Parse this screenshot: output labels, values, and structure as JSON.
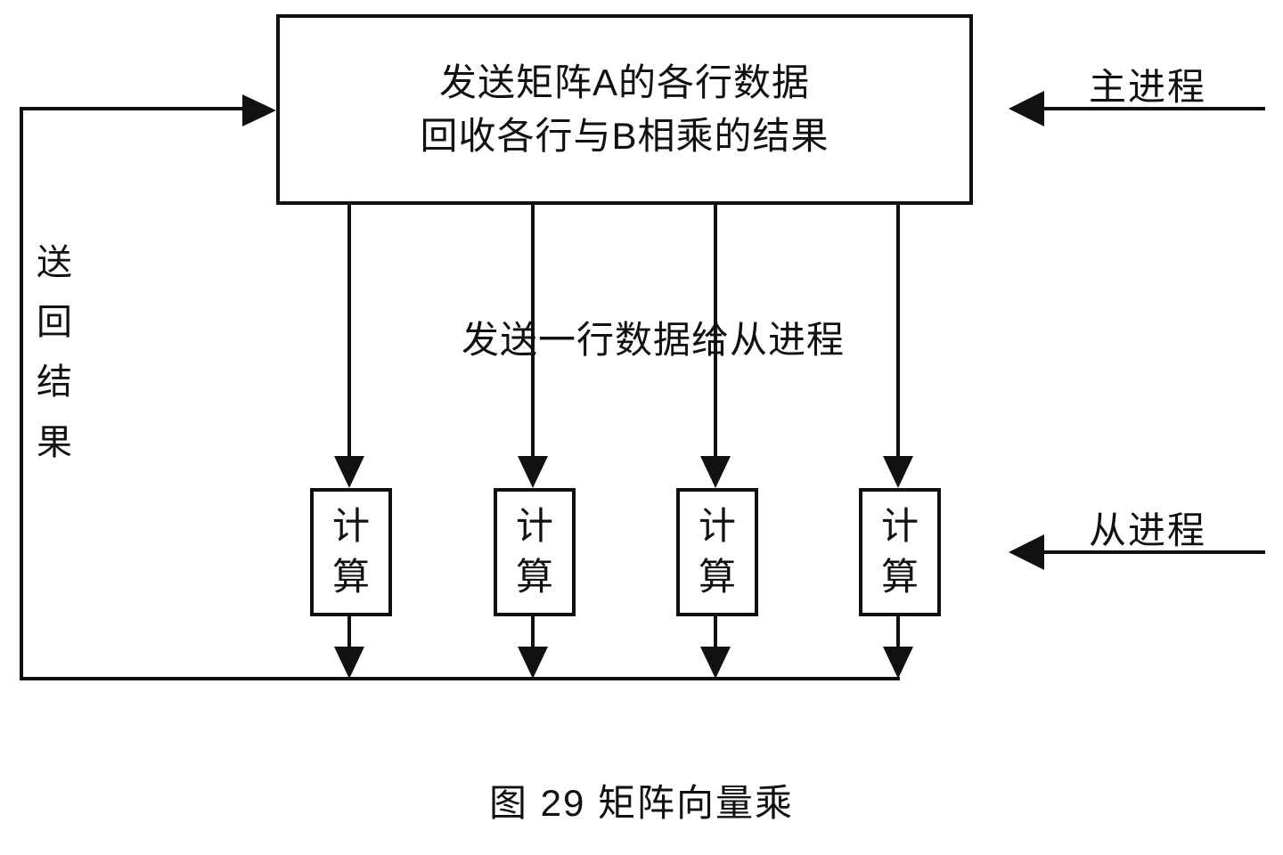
{
  "figure": {
    "caption": "图 29 矩阵向量乘",
    "background_color": "#ffffff",
    "line_color": "#111111"
  },
  "master_box": {
    "line1": "发送矩阵A的各行数据",
    "line2": "回收各行与B相乘的结果"
  },
  "middle_label": "发送一行数据给从进程",
  "feedback_label": {
    "chars": [
      "送",
      "回",
      "结",
      "果"
    ]
  },
  "legend": {
    "master": "主进程",
    "slave": "从进程"
  },
  "compute_nodes": [
    {
      "char1": "计",
      "char2": "算"
    },
    {
      "char1": "计",
      "char2": "算"
    },
    {
      "char1": "计",
      "char2": "算"
    },
    {
      "char1": "计",
      "char2": "算"
    }
  ]
}
